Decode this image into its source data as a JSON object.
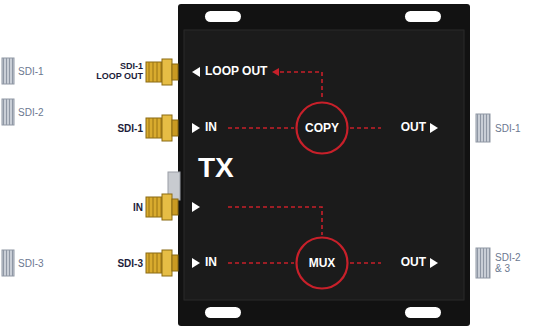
{
  "diagram": {
    "nodes": [
      {
        "text": [
          "TX"
        ]
      },
      {
        "text": [
          "COPY"
        ],
        "in": 0
      },
      {
        "text": [
          "MUX"
        ],
        "in": 0
      }
    ],
    "labels": [
      "SDI-1",
      "SDI-1 LOOP OUT",
      "LOOP OUT",
      "SDI-2",
      "SDI-1",
      "IN",
      "OUT",
      "SDI-1",
      "IN",
      "SDI-3",
      "SDI-3",
      "IN",
      "OUT",
      "SDI-2 & 3"
    ]
  }
}
